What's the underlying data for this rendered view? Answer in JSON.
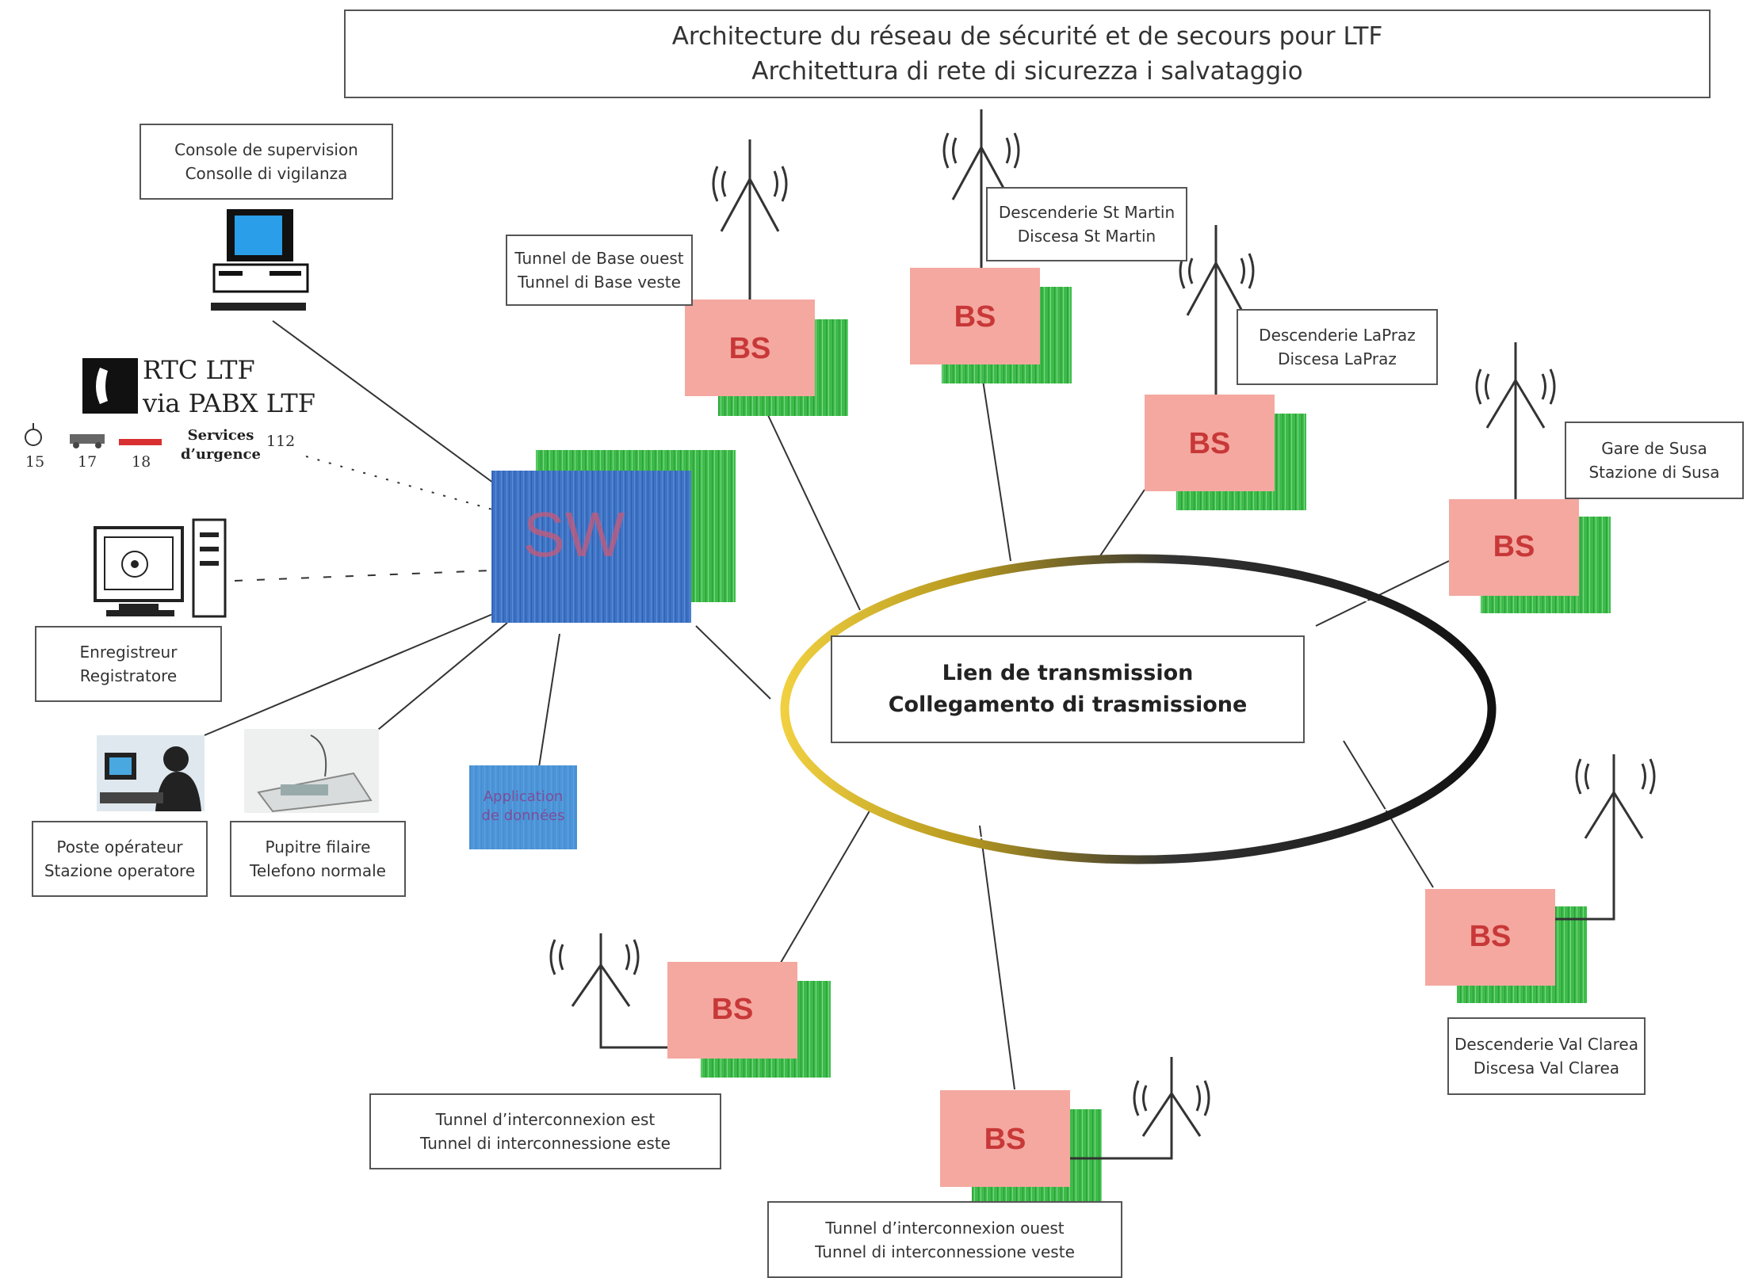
{
  "title": {
    "line1": "Architecture du réseau de sécurité et de secours pour LTF",
    "line2": "Architettura di rete di sicurezza i salvataggio"
  },
  "hub": {
    "label": "SW",
    "color": "#3f74c6",
    "shadow_color": "#3dbb4a"
  },
  "transmission": {
    "line1": "Lien de transmission",
    "line2": "Collegamento di trasmissione"
  },
  "base_station": {
    "label": "BS",
    "color": "#f4a8a0",
    "shadow_color": "#3dbb4a"
  },
  "stations": [
    {
      "id": "base-ouest",
      "line1": "Tunnel de Base ouest",
      "line2": "Tunnel di Base veste"
    },
    {
      "id": "st-martin",
      "line1": "Descenderie St Martin",
      "line2": "Discesa St Martin"
    },
    {
      "id": "lapraz",
      "line1": "Descenderie LaPraz",
      "line2": "Discesa LaPraz"
    },
    {
      "id": "susa",
      "line1": "Gare de Susa",
      "line2": "Stazione di Susa"
    },
    {
      "id": "val-clarea",
      "line1": "Descenderie Val Clarea",
      "line2": "Discesa Val Clarea"
    },
    {
      "id": "interconnexion-ouest",
      "line1": "Tunnel d’interconnexion ouest",
      "line2": "Tunnel di interconnessione veste"
    },
    {
      "id": "interconnexion-est",
      "line1": "Tunnel d’interconnexion est",
      "line2": "Tunnel di interconnessione este"
    }
  ],
  "peripherals": {
    "console": {
      "line1": "Console de supervision",
      "line2": "Consolle di vigilanza"
    },
    "rtc": {
      "line1": "RTC LTF",
      "line2": "via PABX LTF"
    },
    "emergency": {
      "label_line1": "Services",
      "label_line2": "d’urgence",
      "numbers": [
        "15",
        "17",
        "18",
        "112"
      ]
    },
    "recorder": {
      "line1": "Enregistreur",
      "line2": "Registratore"
    },
    "operator": {
      "line1": "Poste opérateur",
      "line2": "Stazione operatore"
    },
    "desk": {
      "line1": "Pupitre filaire",
      "line2": "Telefono normale"
    },
    "application": {
      "line1": "Application",
      "line2": "de données"
    }
  },
  "icons": [
    "antenna-icon",
    "computer-icon",
    "telephone-icon",
    "fire-icon",
    "police-icon",
    "cross-icon",
    "recorder-icon",
    "operator-photo",
    "desk-phone-photo"
  ]
}
